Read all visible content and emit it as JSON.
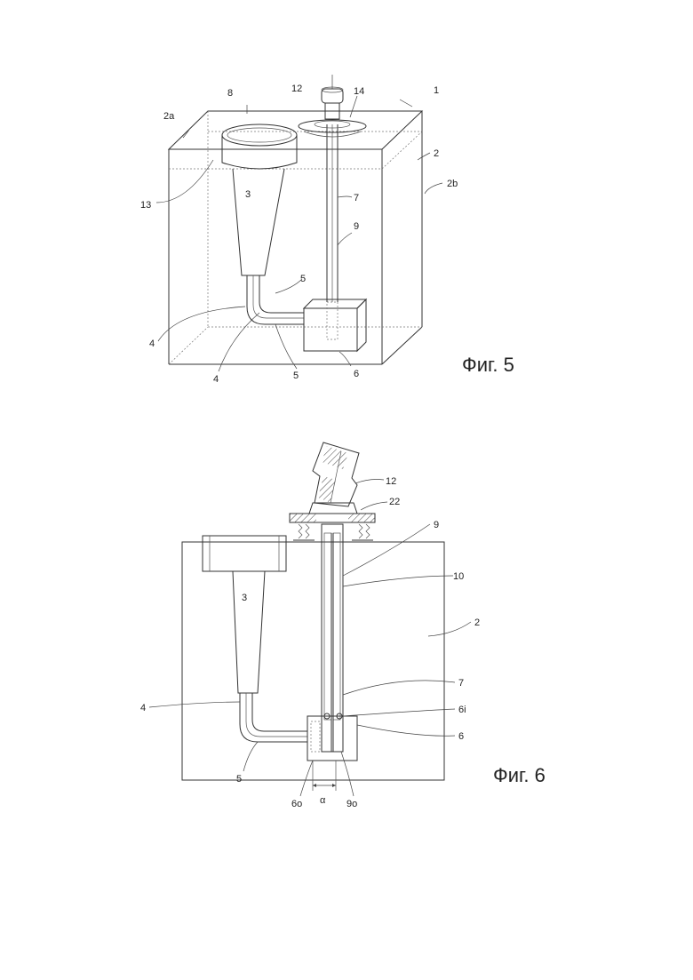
{
  "fig5": {
    "caption": "Фиг. 5",
    "labels": {
      "l1": "1",
      "l2": "2",
      "l2a": "2a",
      "l2b": "2b",
      "l3": "3",
      "l4a": "4",
      "l4b": "4",
      "l5a": "5",
      "l5b": "5",
      "l6": "6",
      "l7": "7",
      "l8": "8",
      "l9": "9",
      "l12": "12",
      "l13": "13",
      "l14": "14"
    }
  },
  "fig6": {
    "caption": "Фиг. 6",
    "labels": {
      "l12": "12",
      "l22": "22",
      "l9": "9",
      "l10": "10",
      "l2": "2",
      "l3": "3",
      "l4": "4",
      "l7": "7",
      "l6i": "6i",
      "l6": "6",
      "l5": "5",
      "l6o": "6o",
      "alpha": "α",
      "l9o": "9o"
    }
  }
}
